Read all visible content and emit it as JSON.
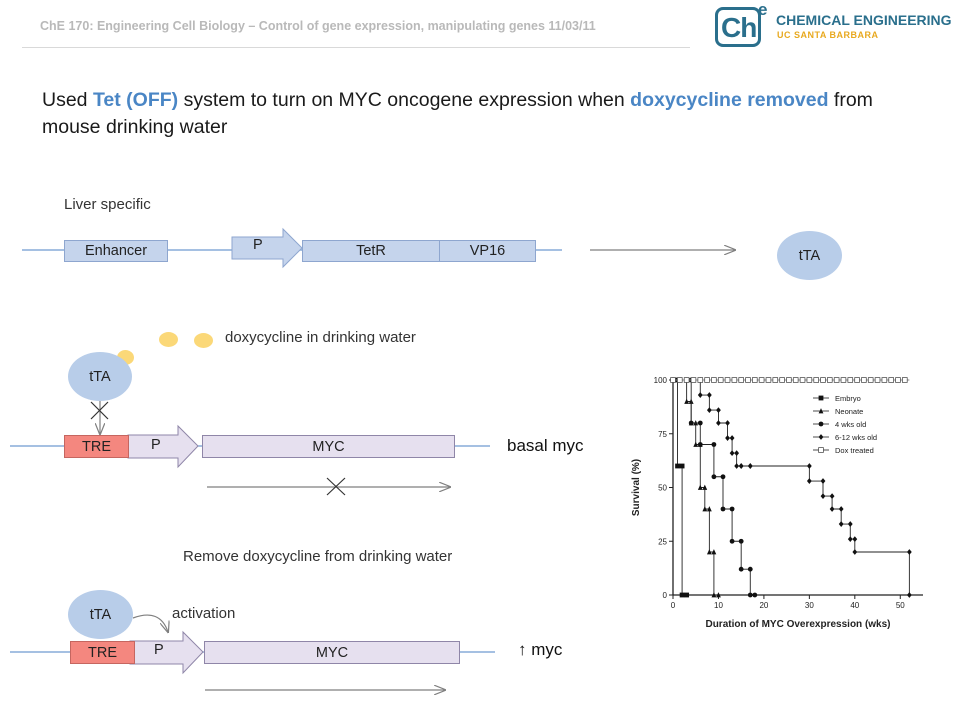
{
  "header": {
    "text": "ChE 170: Engineering Cell Biology – Control of gene expression, manipulating genes 11/03/11"
  },
  "logo": {
    "mark": "Ch",
    "superscript": "e",
    "line1": "CHEMICAL ENGINEERING",
    "line2": "UC SANTA BARBARA"
  },
  "title": {
    "part1": "Used ",
    "hl1": "Tet (OFF)",
    "part2": " system to turn on MYC oncogene expression when ",
    "hl2": "doxycycline removed",
    "part3": " from mouse drinking water"
  },
  "construct1": {
    "caption": "Liver specific",
    "enhancer": "Enhancer",
    "promoter": "P",
    "tetr": "TetR",
    "vp16": "VP16",
    "product": "tTA"
  },
  "construct2": {
    "dox_caption": "doxycycline in drinking water",
    "tta": "tTA",
    "tre": "TRE",
    "promoter": "P",
    "myc": "MYC",
    "result": "basal myc"
  },
  "construct3": {
    "caption": "Remove doxycycline from drinking water",
    "tta": "tTA",
    "activation": "activation",
    "tre": "TRE",
    "promoter": "P",
    "myc": "MYC",
    "result": "↑ myc"
  },
  "colors": {
    "blue_highlight": "#4a86c5",
    "tre": "#f4877f",
    "myc": "#e6e0ef",
    "blue_box": "#c5d4ec",
    "dox": "#fbd878"
  },
  "chart_data": {
    "type": "line",
    "title": "",
    "xlabel": "Duration of MYC Overexpression (wks)",
    "ylabel": "Survival (%)",
    "xlim": [
      0,
      55
    ],
    "ylim": [
      0,
      100
    ],
    "xticks": [
      0,
      10,
      20,
      30,
      40,
      50
    ],
    "yticks": [
      0,
      25,
      50,
      75,
      100
    ],
    "legend_position": "top-right",
    "series": [
      {
        "name": "Embryo",
        "marker": "square",
        "x": [
          0,
          1,
          1,
          2,
          2,
          3
        ],
        "y": [
          100,
          100,
          60,
          60,
          0,
          0
        ]
      },
      {
        "name": "Neonate",
        "marker": "triangle",
        "x": [
          0,
          3,
          3,
          4,
          4,
          5,
          5,
          6,
          6,
          7,
          7,
          8,
          8,
          9,
          9,
          10
        ],
        "y": [
          100,
          100,
          90,
          90,
          80,
          80,
          70,
          70,
          50,
          50,
          40,
          40,
          20,
          20,
          0,
          0
        ]
      },
      {
        "name": "4 wks old",
        "marker": "circle",
        "x": [
          0,
          4,
          4,
          6,
          6,
          9,
          9,
          11,
          11,
          13,
          13,
          15,
          15,
          17,
          17,
          18
        ],
        "y": [
          100,
          100,
          80,
          80,
          70,
          70,
          55,
          55,
          40,
          40,
          25,
          25,
          12,
          12,
          0,
          0
        ]
      },
      {
        "name": "6-12 wks old",
        "marker": "diamond",
        "x": [
          0,
          6,
          6,
          8,
          8,
          10,
          10,
          12,
          12,
          13,
          13,
          14,
          14,
          15,
          15,
          17,
          17,
          30,
          30,
          33,
          33,
          35,
          35,
          37,
          37,
          39,
          39,
          40,
          40,
          52,
          52
        ],
        "y": [
          100,
          100,
          93,
          93,
          86,
          86,
          80,
          80,
          73,
          73,
          66,
          66,
          60,
          60,
          60,
          60,
          60,
          60,
          53,
          53,
          46,
          46,
          40,
          40,
          33,
          33,
          26,
          26,
          20,
          20,
          0
        ]
      },
      {
        "name": "Dox treated",
        "marker": "open-square",
        "x": [
          0,
          52
        ],
        "y": [
          100,
          100
        ]
      }
    ]
  }
}
